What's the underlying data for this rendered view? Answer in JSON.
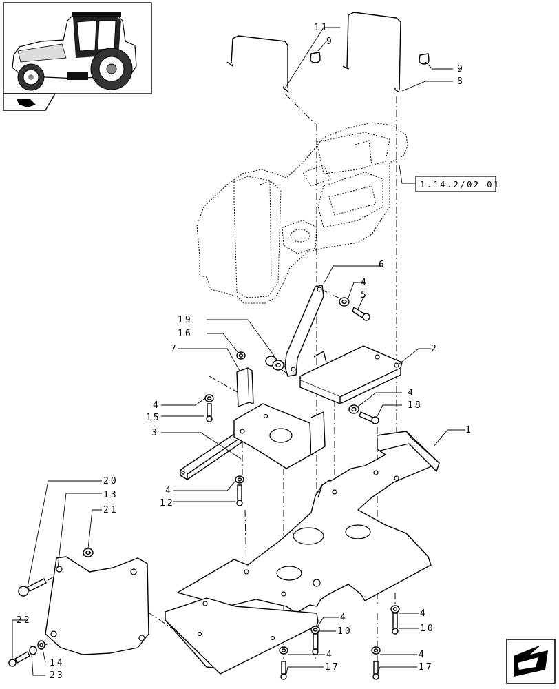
{
  "reference_box": {
    "text": "1.14.2/02 01"
  },
  "callouts": [
    {
      "id": "c11",
      "text": "11"
    },
    {
      "id": "c9a",
      "text": "9"
    },
    {
      "id": "c9b",
      "text": "9"
    },
    {
      "id": "c8",
      "text": "8"
    },
    {
      "id": "c6",
      "text": "6"
    },
    {
      "id": "c4a",
      "text": "4"
    },
    {
      "id": "c5",
      "text": "5"
    },
    {
      "id": "c19",
      "text": "19"
    },
    {
      "id": "c16",
      "text": "16"
    },
    {
      "id": "c7",
      "text": "7"
    },
    {
      "id": "c2",
      "text": "2"
    },
    {
      "id": "c4b",
      "text": "4"
    },
    {
      "id": "c18",
      "text": "18"
    },
    {
      "id": "c4c",
      "text": "4"
    },
    {
      "id": "c15",
      "text": "15"
    },
    {
      "id": "c3",
      "text": "3"
    },
    {
      "id": "c1",
      "text": "1"
    },
    {
      "id": "c4d",
      "text": "4"
    },
    {
      "id": "c12",
      "text": "12"
    },
    {
      "id": "c20",
      "text": "20"
    },
    {
      "id": "c13",
      "text": "13"
    },
    {
      "id": "c21",
      "text": "21"
    },
    {
      "id": "c22",
      "text": "22"
    },
    {
      "id": "c14",
      "text": "14"
    },
    {
      "id": "c23",
      "text": "23"
    },
    {
      "id": "c4e",
      "text": "4"
    },
    {
      "id": "c10a",
      "text": "10"
    },
    {
      "id": "c4f",
      "text": "4"
    },
    {
      "id": "c17a",
      "text": "17"
    },
    {
      "id": "c4g",
      "text": "4"
    },
    {
      "id": "c10b",
      "text": "10"
    },
    {
      "id": "c4h",
      "text": "4"
    },
    {
      "id": "c17b",
      "text": "17"
    }
  ],
  "icons": {
    "thumbnail": "tractor-thumbnail-icon",
    "nav_top": "page-marker-icon",
    "nav_bottom": "next-page-arrow-icon"
  }
}
